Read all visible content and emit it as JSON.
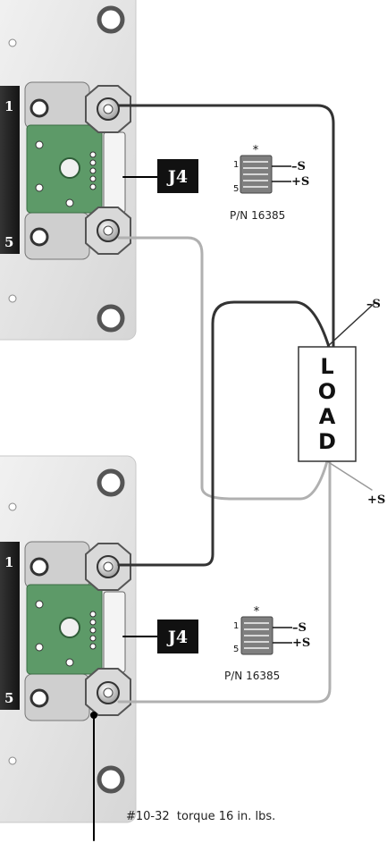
{
  "units": [
    {
      "pin_top": "1",
      "pin_bottom": "5",
      "connector": "J4",
      "part_number": "P/N 16385",
      "small_connector": {
        "pin_top": "1",
        "pin_bottom": "5",
        "marker": "*",
        "sense_minus": "–S",
        "sense_plus": "+S"
      }
    },
    {
      "pin_top": "1",
      "pin_bottom": "5",
      "connector": "J4",
      "part_number": "P/N 16385",
      "small_connector": {
        "pin_top": "1",
        "pin_bottom": "5",
        "marker": "*",
        "sense_minus": "–S",
        "sense_plus": "+S"
      }
    }
  ],
  "load": {
    "letters": [
      "L",
      "O",
      "A",
      "D"
    ]
  },
  "load_sense": {
    "minus": "–S",
    "plus": "+S"
  },
  "torque_note": "#10-32  torque 16 in. lbs.",
  "colors": {
    "positive_wire": "#333333",
    "negative_wire": "#b0b0b0",
    "pcb": "#5d9a68",
    "panel": "#e3e3e3"
  }
}
